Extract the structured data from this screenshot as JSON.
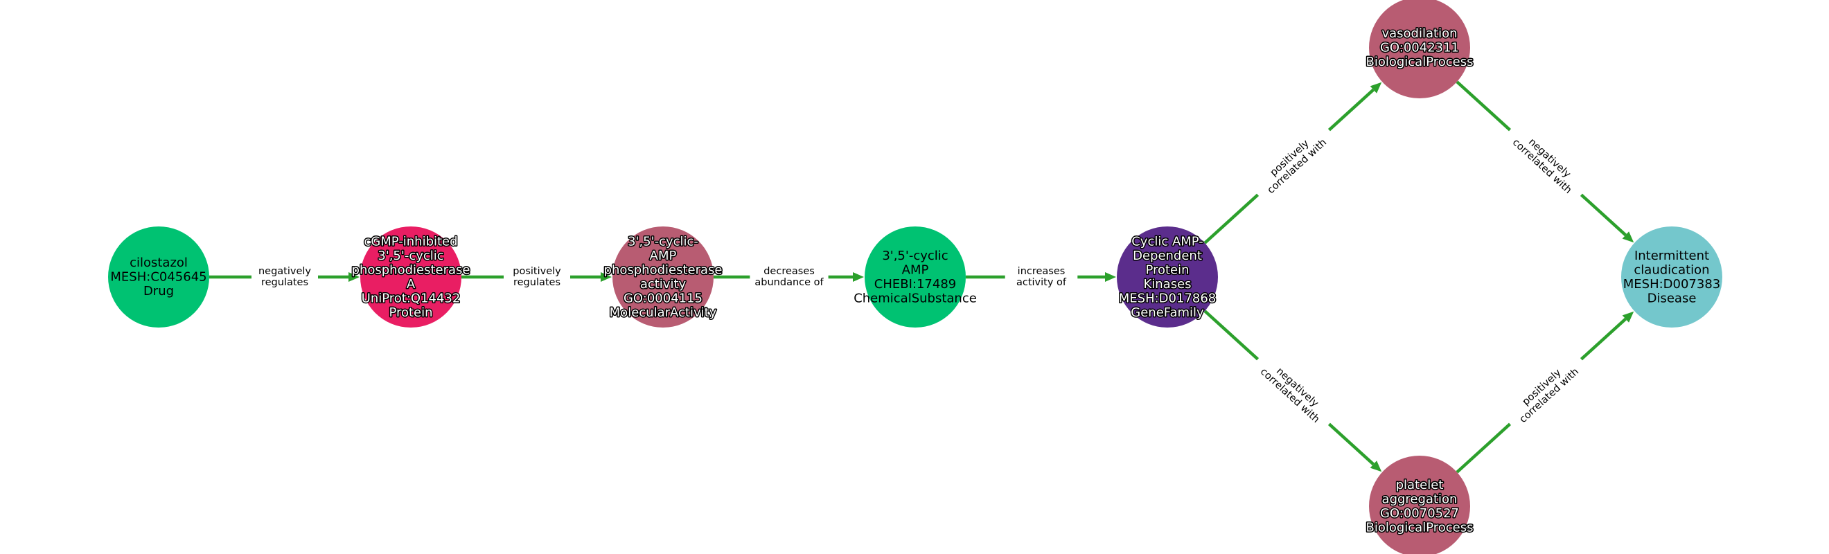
{
  "colors": {
    "edge": "#2ca02c",
    "drug": "#00c272",
    "protein": "#e91e63",
    "activity": "#b85c72",
    "substance": "#00c272",
    "gene_family": "#5b2d8c",
    "disease": "#74c7cc"
  },
  "nodes": [
    {
      "id": "cilostazol",
      "lines": [
        "cilostazol",
        "MESH:C045645",
        "Drug"
      ],
      "color": "#00c272",
      "text_style": "dark"
    },
    {
      "id": "pde3a",
      "lines": [
        "cGMP-inhibited",
        "3',5'-cyclic",
        "phosphodiesterase",
        "A",
        "UniProt:Q14432",
        "Protein"
      ],
      "color": "#e91e63",
      "text_style": "light"
    },
    {
      "id": "pde-activity",
      "lines": [
        "3',5'-cyclic-",
        "AMP",
        "phosphodiesterase",
        "activity",
        "GO:0004115",
        "MolecularActivity"
      ],
      "color": "#b85c72",
      "text_style": "light"
    },
    {
      "id": "camp",
      "lines": [
        "3',5'-cyclic",
        "AMP",
        "CHEBI:17489",
        "ChemicalSubstance"
      ],
      "color": "#00c272",
      "text_style": "dark"
    },
    {
      "id": "pka",
      "lines": [
        "Cyclic AMP-",
        "Dependent",
        "Protein",
        "Kinases",
        "MESH:D017868",
        "GeneFamily"
      ],
      "color": "#5b2d8c",
      "text_style": "light"
    },
    {
      "id": "vasodilation",
      "lines": [
        "vasodilation",
        "GO:0042311",
        "BiologicalProcess"
      ],
      "color": "#b85c72",
      "text_style": "light"
    },
    {
      "id": "platelet-aggregation",
      "lines": [
        "platelet",
        "aggregation",
        "GO:0070527",
        "BiologicalProcess"
      ],
      "color": "#b85c72",
      "text_style": "light"
    },
    {
      "id": "claudication",
      "lines": [
        "Intermittent",
        "claudication",
        "MESH:D007383",
        "Disease"
      ],
      "color": "#74c7cc",
      "text_style": "dark"
    }
  ],
  "edges": [
    {
      "from": "cilostazol",
      "to": "pde3a",
      "label": [
        "negatively",
        "regulates"
      ]
    },
    {
      "from": "pde3a",
      "to": "pde-activity",
      "label": [
        "positively",
        "regulates"
      ]
    },
    {
      "from": "pde-activity",
      "to": "camp",
      "label": [
        "decreases",
        "abundance of"
      ]
    },
    {
      "from": "camp",
      "to": "pka",
      "label": [
        "increases",
        "activity of"
      ]
    },
    {
      "from": "pka",
      "to": "vasodilation",
      "label": [
        "positively",
        "correlated with"
      ]
    },
    {
      "from": "pka",
      "to": "platelet-aggregation",
      "label": [
        "negatively",
        "correlated with"
      ]
    },
    {
      "from": "vasodilation",
      "to": "claudication",
      "label": [
        "negatively",
        "correlated with"
      ]
    },
    {
      "from": "platelet-aggregation",
      "to": "claudication",
      "label": [
        "positively",
        "correlated with"
      ]
    }
  ]
}
